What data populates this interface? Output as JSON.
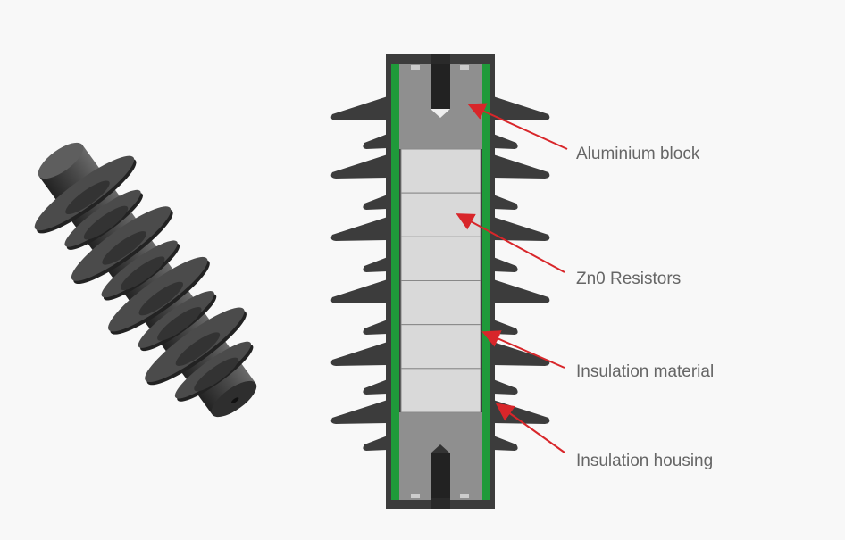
{
  "labels": {
    "aluminium_block": "Aluminium block",
    "zno_resistors": "Zn0 Resistors",
    "insulation_material": "Insulation material",
    "insulation_housing": "Insulation housing"
  },
  "colors": {
    "housing": "#3c3c3c",
    "insulation_material": "#1f9a3a",
    "aluminium": "#8f8f8f",
    "resistor": "#d9d9d9",
    "arrow": "#d8262a",
    "label": "#666666"
  },
  "resistor_count": 6
}
